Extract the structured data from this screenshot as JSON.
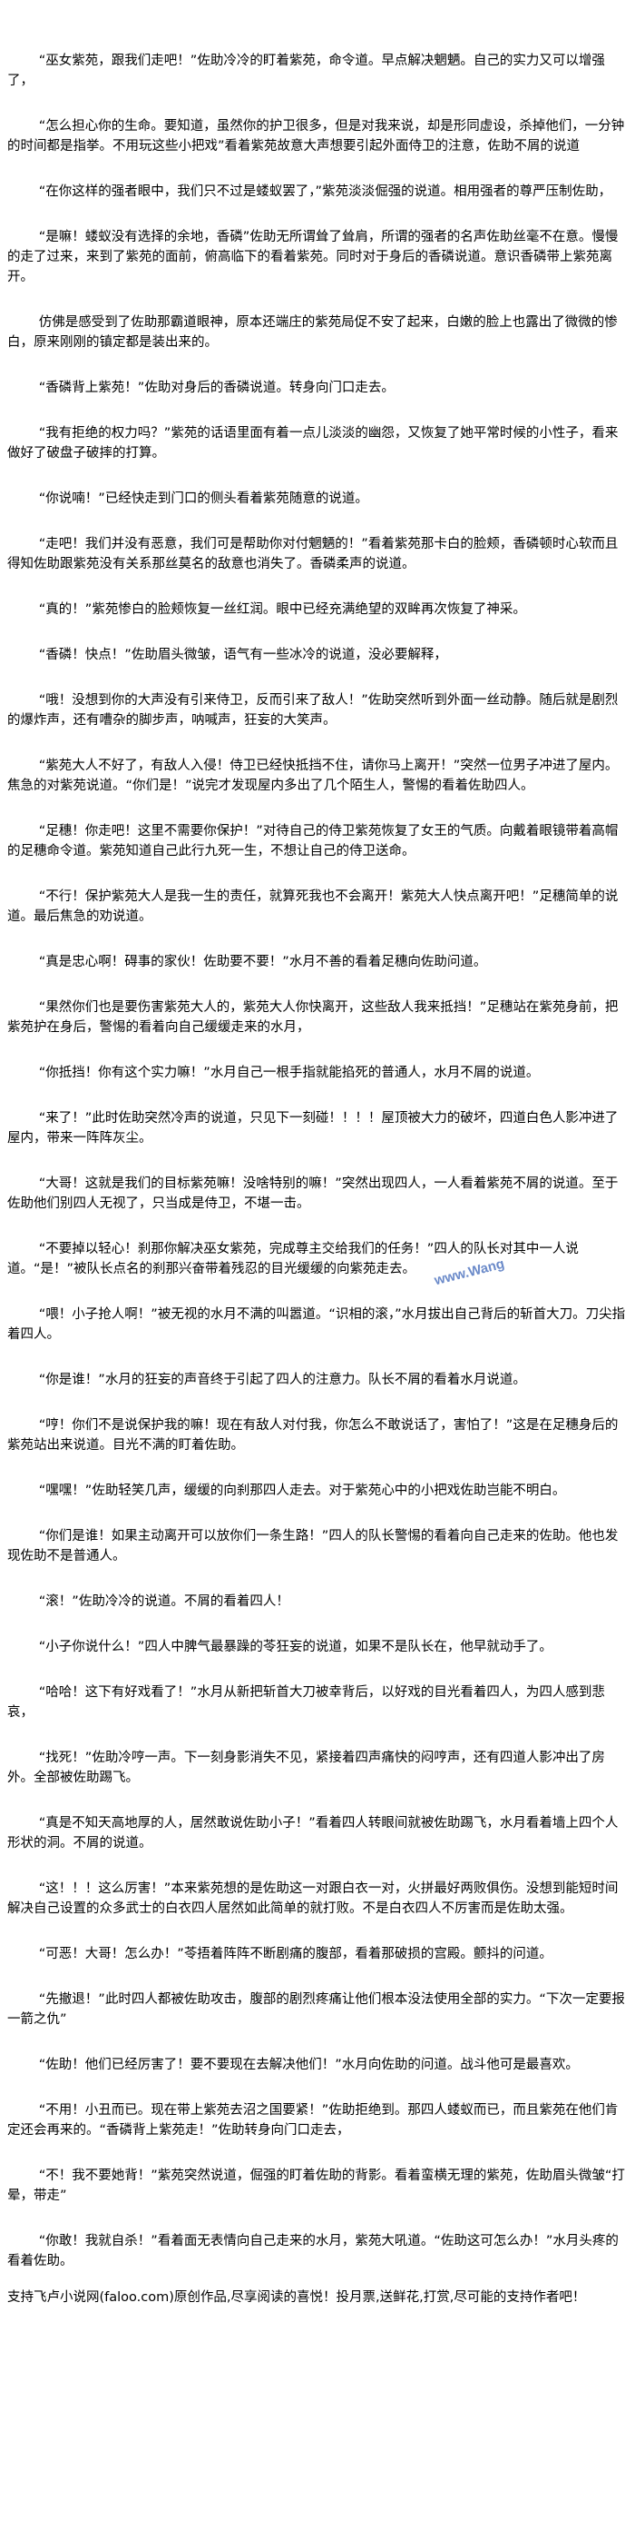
{
  "paragraphs": [
    "“巫女紫苑，跟我们走吧！”佐助冷冷的盯着紫苑，命令道。早点解决魍魉。自己的实力又可以增强了，",
    "“怎么担心你的生命。要知道，虽然你的护卫很多，但是对我来说，却是形同虚设，杀掉他们，一分钟的时间都是指挙。不用玩这些小把戏”看着紫苑故意大声想要引起外面侍卫的注意，佐助不屑的说道",
    "“在你这样的强者眼中，我们只不过是蝼蚁罢了，”紫苑淡淡倔强的说道。相用强者的尊严压制佐助，",
    "“是嘛！蝼蚁没有选择的余地，香磷”佐助无所谓耸了耸肩，所谓的强者的名声佐助丝毫不在意。慢慢的走了过来，来到了紫苑的面前，俯高临下的看着紫苑。同时对于身后的香磷说道。意识香磷带上紫苑离开。",
    "仿佛是感受到了佐助那霸道眼神，原本还端庄的紫苑局促不安了起来，白嫩的脸上也露出了微微的惨白，原来刚刚的镇定都是装出来的。",
    "“香磷背上紫苑！”佐助对身后的香磷说道。转身向门口走去。",
    "“我有拒绝的权力吗？”紫苑的话语里面有着一点儿淡淡的幽怨，又恢复了她平常时候的小性子，看来做好了破盘子破摔的打算。",
    "“你说喃！”已经快走到门口的侧头看着紫苑随意的说道。",
    "“走吧！我们并没有恶意，我们可是帮助你对付魍魉的！”看着紫苑那卡白的脸颊，香磷顿时心软而且得知佐助跟紫苑没有关系那丝莫名的敌意也消失了。香磷柔声的说道。",
    "“真的！”紫苑惨白的脸颊恢复一丝红润。眼中已经充满绝望的双眸再次恢复了神采。",
    "“香磷！快点！”佐助眉头微皱，语气有一些冰冷的说道，没必要解释，",
    "“哦！没想到你的大声没有引来侍卫，反而引来了敌人！”佐助突然听到外面一丝动静。随后就是剧烈的爆炸声，还有嘈杂的脚步声，呐喊声，狂妄的大笑声。",
    "“紫苑大人不好了，有敌人入侵！侍卫已经快抵挡不住，请你马上离开！”突然一位男子冲进了屋内。焦急的对紫苑说道。“你们是！”说完才发现屋内多出了几个陌生人，警惕的看着佐助四人。",
    "“足穗！你走吧！这里不需要你保护！”对待自己的侍卫紫苑恢复了女王的气质。向戴着眼镜带着高帽的足穗命令道。紫苑知道自己此行九死一生，不想让自己的侍卫送命。",
    "“不行！保护紫苑大人是我一生的责任，就算死我也不会离开！紫苑大人快点离开吧！”足穗简单的说道。最后焦急的劝说道。",
    "“真是忠心啊！碍事的家伙！佐助要不要！”水月不善的看着足穗向佐助问道。",
    "“果然你们也是要伤害紫苑大人的，紫苑大人你快离开，这些敌人我来抵挡！”足穗站在紫苑身前，把紫苑护在身后，警惕的看着向自己缓缓走来的水月，",
    "“你抵挡！你有这个实力嘛！”水月自己一根手指就能掐死的普通人，水月不屑的说道。",
    "“来了！”此时佐助突然冷声的说道，只见下一刻碰！！！！屋顶被大力的破坏，四道白色人影冲进了屋内，带来一阵阵灰尘。",
    "“大哥！这就是我们的目标紫苑嘛！没啥特别的嘛！”突然出现四人，一人看着紫苑不屑的说道。至于佐助他们别四人无视了，只当成是侍卫，不堪一击。",
    "“不要掉以轻心！刹那你解决巫女紫苑，完成尊主交给我们的任务！”四人的队长对其中一人说道。“是！”被队长点名的刹那兴奋带着残忍的目光缓缓的向紫苑走去。",
    "“喂！小子抢人啊！”被无视的水月不满的叫嚣道。“识相的滚，”水月拔出自己背后的斩首大刀。刀尖指着四人。",
    "“你是谁！”水月的狂妄的声音终于引起了四人的注意力。队长不屑的看着水月说道。",
    "“哼！你们不是说保护我的嘛！现在有敌人对付我，你怎么不敢说话了，害怕了！”这是在足穗身后的紫苑站出来说道。目光不满的盯着佐助。",
    "“嘿嘿！”佐助轻笑几声，缓缓的向刹那四人走去。对于紫苑心中的小把戏佐助岂能不明白。",
    "“你们是谁！如果主动离开可以放你们一条生路！”四人的队长警惕的看着向自己走来的佐助。他也发现佐助不是普通人。",
    "“滚！”佐助冷冷的说道。不屑的看着四人！",
    "“小子你说什么！”四人中脾气最暴躁的苓狂妄的说道，如果不是队长在，他早就动手了。",
    "“哈哈！这下有好戏看了！”水月从新把斩首大刀被幸背后，以好戏的目光看着四人，为四人感到悲哀，",
    "“找死！”佐助冷哼一声。下一刻身影消失不见，紧接着四声痛快的闷哼声，还有四道人影冲出了房外。全部被佐助踢飞。",
    "“真是不知天高地厚的人，居然敢说佐助小子！”看着四人转眼间就被佐助踢飞，水月看着墙上四个人形状的洞。不屑的说道。",
    "“这！！！这么厉害！”本来紫苑想的是佐助这一对跟白衣一对，火拼最好两败俱伤。没想到能短时间解决自己设置的众多武士的白衣四人居然如此简单的就打败。不是白衣四人不厉害而是佐助太强。",
    "“可恶！大哥！怎么办！”苓捂着阵阵不断剧痛的腹部，看着那破损的宫殿。颤抖的问道。",
    "“先撤退！”此时四人都被佐助攻击，腹部的剧烈疼痛让他们根本没法使用全部的实力。“下次一定要报一箭之仇”",
    "“佐助！他们已经厉害了！要不要现在去解决他们！”水月向佐助的问道。战斗他可是最喜欢。",
    "“不用！小丑而已。现在带上紫苑去沼之国要紧！”佐助拒绝到。那四人蝼蚁而已，而且紫苑在他们肯定还会再来的。“香磷背上紫苑走！”佐助转身向门口走去，",
    "“不！我不要她背！”紫苑突然说道，倔强的盯着佐助的背影。看着蛮横无理的紫苑，佐助眉头微皱“打晕，带走”",
    "“你敢！我就自杀！”看着面无表情向自己走来的水月，紫苑大吼道。“佐助这可怎么办！”水月头疼的看着佐助。"
  ],
  "footer": "支持飞卢小说网(faloo.com)原创作品,尽享阅读的喜悦！投月票,送鲜花,打赏,尽可能的支持作者吧！",
  "watermark": "www.Wang",
  "colors": {
    "text": "#000000",
    "background": "#ffffff",
    "watermark": "#3a64b8"
  }
}
